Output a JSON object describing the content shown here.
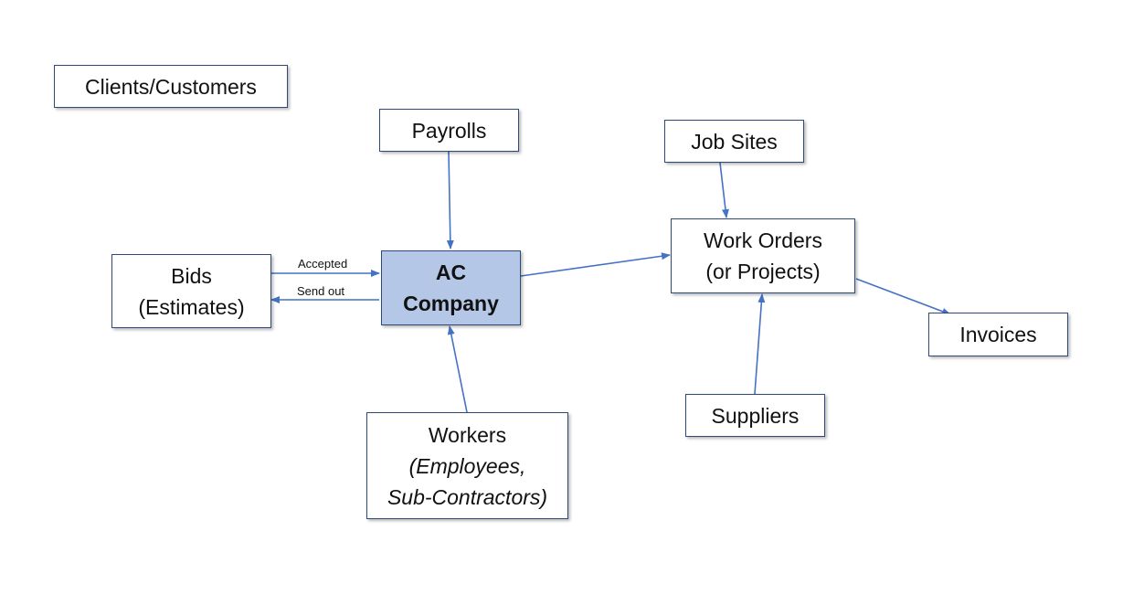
{
  "nodes": {
    "clients": {
      "label": "Clients/Customers"
    },
    "payrolls": {
      "label": "Payrolls"
    },
    "job_sites": {
      "label": "Job Sites"
    },
    "bids": {
      "line1": "Bids",
      "line2": "(Estimates)"
    },
    "company": {
      "line1": "AC",
      "line2": "Company"
    },
    "work_orders": {
      "line1": "Work Orders",
      "line2": "(or Projects)"
    },
    "invoices": {
      "label": "Invoices"
    },
    "workers": {
      "line1": "Workers",
      "line2": "(Employees,",
      "line3": "Sub-Contractors)"
    },
    "suppliers": {
      "label": "Suppliers"
    }
  },
  "edges": {
    "accepted_label": "Accepted",
    "send_out_label": "Send out"
  },
  "colors": {
    "arrow": "#4472c4",
    "center_fill": "#b4c7e7",
    "border": "#2f4a7a"
  }
}
